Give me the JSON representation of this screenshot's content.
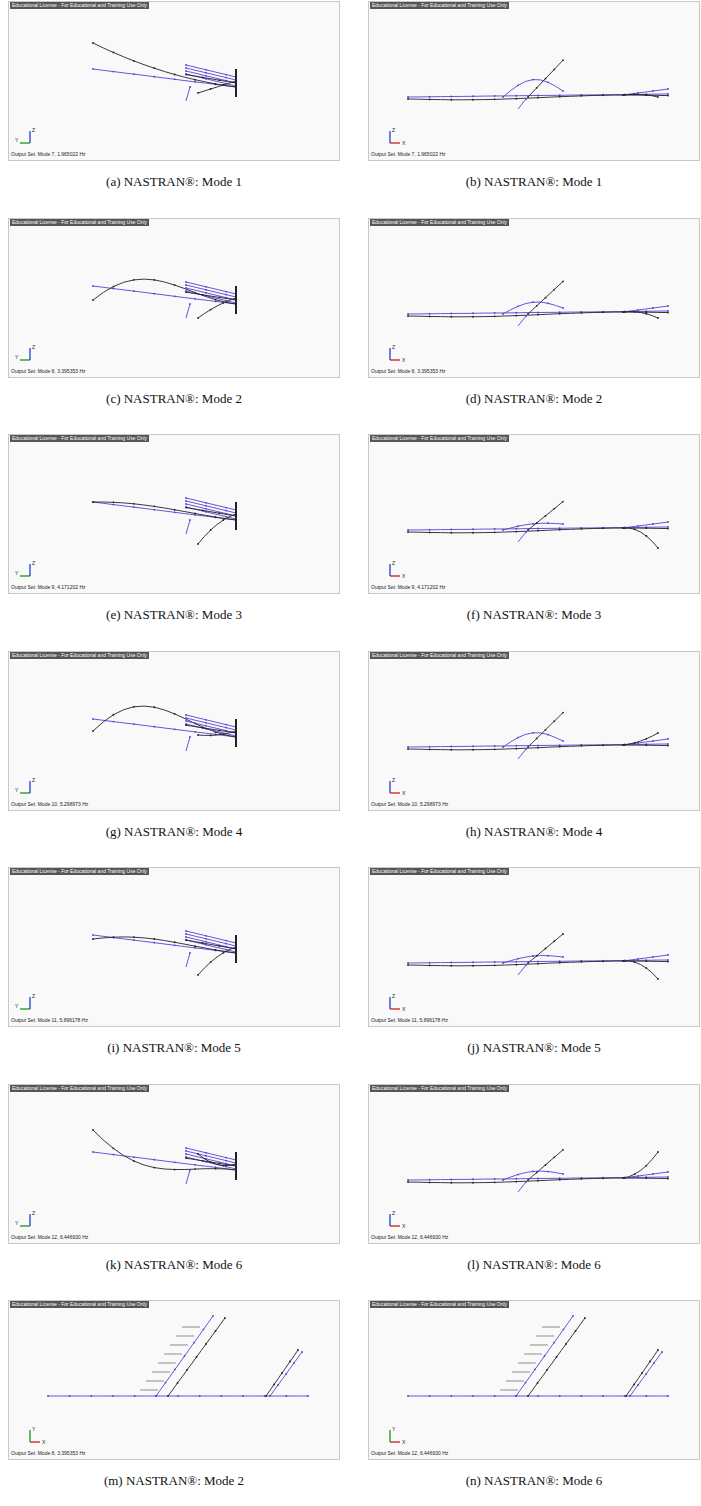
{
  "diagram": {
    "labels": [
      "Educational License - For Educational and Training Use Only",
      "Output Set: Mode 7, 1.965022 Hz",
      "Y",
      "Z",
      "(a) NASTRAN®: Mode 1",
      "Educational License - For Educational and Training Use Only",
      "Output Set: Mode 7, 1.965022 Hz",
      "X",
      "Z",
      "(b) NASTRAN®: Mode 1",
      "Educational License - For Educational and Training Use Only",
      "Output Set: Mode 8, 3.395353 Hz",
      "Y",
      "Z",
      "(c) NASTRAN®: Mode 2",
      "Educational License - For Educational and Training Use Only",
      "Output Set: Mode 8, 3.395353 Hz",
      "X",
      "Z",
      "(d) NASTRAN®: Mode 2",
      "Educational License - For Educational and Training Use Only",
      "Output Set: Mode 9, 4.171202 Hz",
      "Y",
      "Z",
      "(e) NASTRAN®: Mode 3",
      "Educational License - For Educational and Training Use Only",
      "Output Set: Mode 9, 4.171202 Hz",
      "X",
      "Z",
      "(f) NASTRAN®: Mode 3",
      "Educational License - For Educational and Training Use Only",
      "Output Set: Mode 10, 5.298973 Hz",
      "Y",
      "Z",
      "(g) NASTRAN®: Mode 4",
      "Educational License - For Educational and Training Use Only",
      "Output Set: Mode 10, 5.298973 Hz",
      "X",
      "Z",
      "(h) NASTRAN®: Mode 4",
      "Educational License - For Educational and Training Use Only",
      "Output Set: Mode 11, 5.896178 Hz",
      "Y",
      "Z",
      "(i) NASTRAN®: Mode 5",
      "Educational License - For Educational and Training Use Only",
      "Output Set: Mode 11, 5.896178 Hz",
      "X",
      "Z",
      "(j) NASTRAN®: Mode 5",
      "Educational License - For Educational and Training Use Only",
      "Output Set: Mode 12, 6.446930 Hz",
      "Y",
      "Z",
      "(k) NASTRAN®: Mode 6",
      "Educational License - For Educational and Training Use Only",
      "Output Set: Mode 12, 6.446930 Hz",
      "X",
      "Z",
      "(l) NASTRAN®: Mode 6",
      "Educational License - For Educational and Training Use Only",
      "Output Set: Mode 8, 3.395353 Hz",
      "X",
      "Y",
      "(m) NASTRAN®: Mode 2",
      "Educational License - For Educational and Training Use Only",
      "Output Set: Mode 12, 6.446930 Hz",
      "X",
      "Y",
      "(n) NASTRAN®: Mode 6"
    ]
  }
}
